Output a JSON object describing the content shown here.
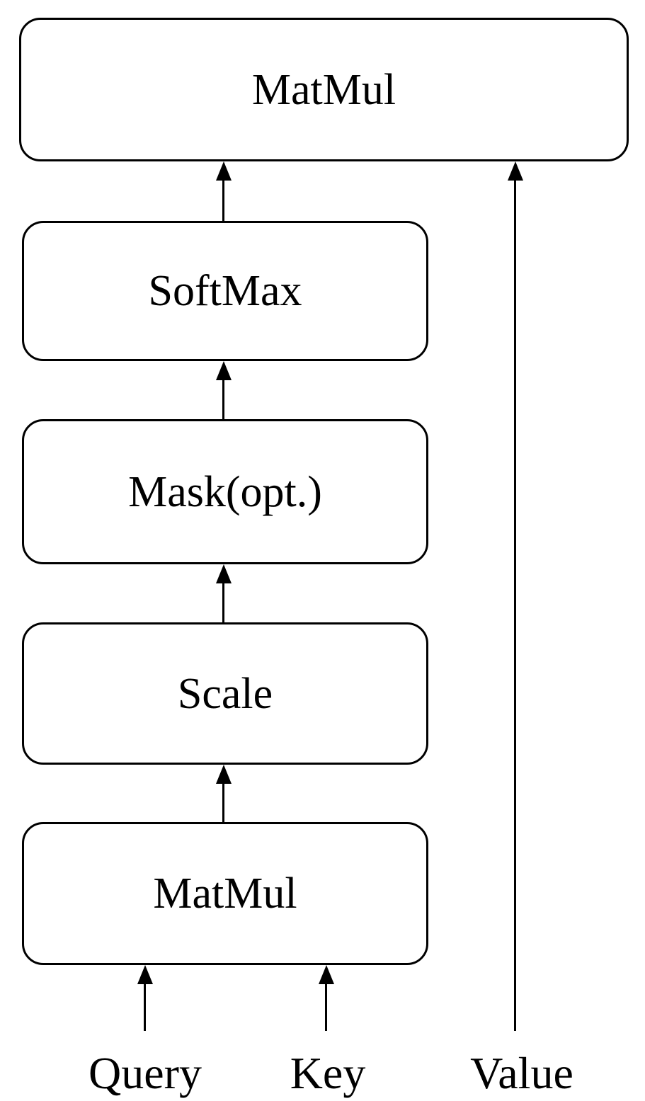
{
  "diagram": {
    "type": "flowchart",
    "nodes": [
      {
        "id": "matmul-output",
        "label": "MatMul"
      },
      {
        "id": "softmax",
        "label": "SoftMax"
      },
      {
        "id": "mask-optional",
        "label": "Mask(opt.)"
      },
      {
        "id": "scale",
        "label": "Scale"
      },
      {
        "id": "matmul-qk",
        "label": "MatMul"
      }
    ],
    "inputs": [
      {
        "id": "query",
        "label": "Query"
      },
      {
        "id": "key",
        "label": "Key"
      },
      {
        "id": "value",
        "label": "Value"
      }
    ],
    "edges": [
      {
        "from": "query",
        "to": "matmul-qk"
      },
      {
        "from": "key",
        "to": "matmul-qk"
      },
      {
        "from": "matmul-qk",
        "to": "scale"
      },
      {
        "from": "scale",
        "to": "mask-optional"
      },
      {
        "from": "mask-optional",
        "to": "softmax"
      },
      {
        "from": "softmax",
        "to": "matmul-output"
      },
      {
        "from": "value",
        "to": "matmul-output"
      }
    ],
    "colors": {
      "stroke": "#000000",
      "fill": "#ffffff",
      "text": "#000000"
    }
  }
}
